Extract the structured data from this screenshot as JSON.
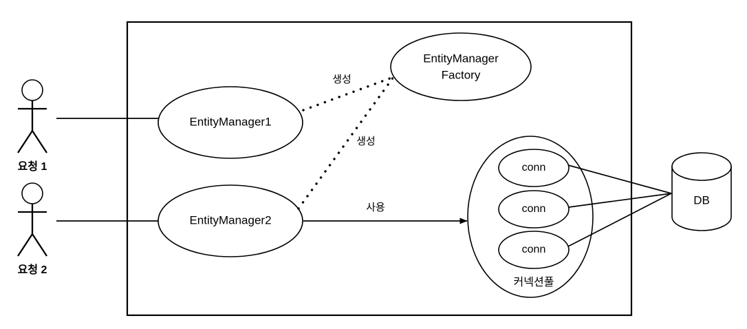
{
  "diagram": {
    "title": "JPA EntityManagerFactory / EntityManager / Connection Pool",
    "colors": {
      "stroke": "#000000",
      "background": "#ffffff",
      "fill": "#ffffff"
    },
    "actors": [
      {
        "id": "actor-1",
        "label": "요청 1"
      },
      {
        "id": "actor-2",
        "label": "요청 2"
      }
    ],
    "nodes": {
      "entity_manager_1": {
        "label": "EntityManager1"
      },
      "entity_manager_2": {
        "label": "EntityManager2"
      },
      "entity_manager_factory": {
        "label_line1": "EntityManager",
        "label_line2": "Factory"
      },
      "connection_pool": {
        "label": "커넥션풀"
      },
      "connections": [
        {
          "label": "conn"
        },
        {
          "label": "conn"
        },
        {
          "label": "conn"
        }
      ],
      "database": {
        "label": "DB"
      }
    },
    "edges": [
      {
        "id": "edge-create-1",
        "label": "생성",
        "style": "dotted",
        "from": "entity_manager_1",
        "to": "entity_manager_factory"
      },
      {
        "id": "edge-create-2",
        "label": "생성",
        "style": "dotted",
        "from": "entity_manager_2",
        "to": "entity_manager_factory"
      },
      {
        "id": "edge-use",
        "label": "사용",
        "style": "arrow",
        "from": "entity_manager_2",
        "to": "connection_pool"
      }
    ]
  }
}
